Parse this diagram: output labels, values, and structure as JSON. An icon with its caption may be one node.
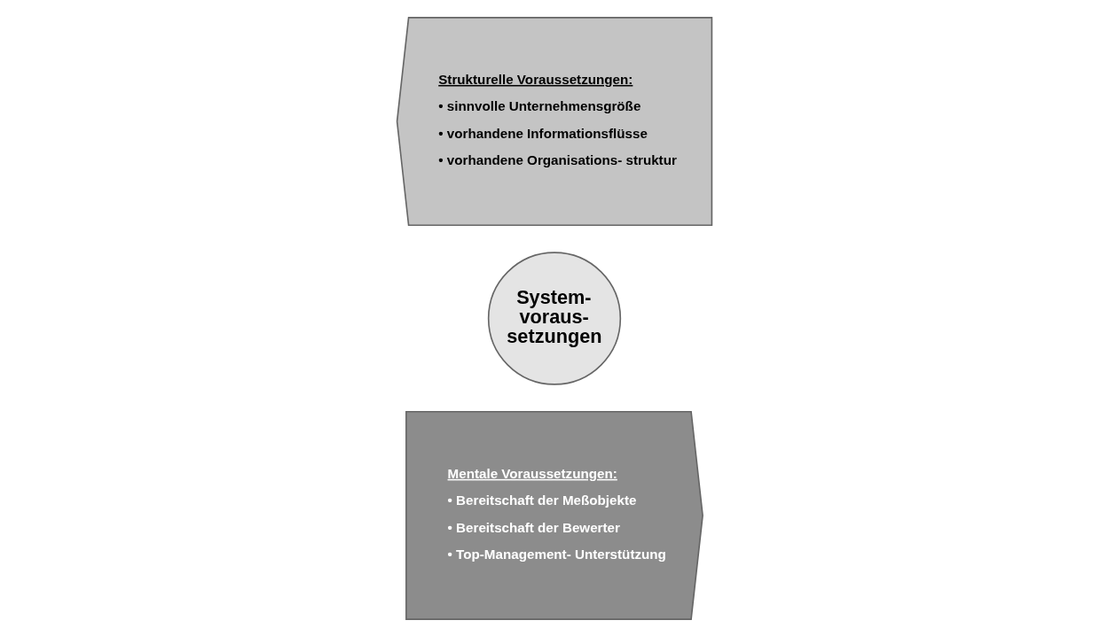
{
  "diagram": {
    "nodes": [
      {
        "text": [
          "Mentale Voraussetzungen:",
          "• Bereitschaft der Meßobjekte",
          "• Bereitschaft der Bewerter",
          "• Top-Management- Unterstützung"
        ]
      },
      {
        "text": [
          "System- voraus- setzungen"
        ]
      },
      {
        "text": [
          "Strukturelle Voraussetzungen:",
          "• sinnvolle Unternehmensgröße",
          "• vorhandene Informationsflüsse",
          "• vorhandene Organisations- struktur"
        ]
      }
    ],
    "edges": []
  }
}
